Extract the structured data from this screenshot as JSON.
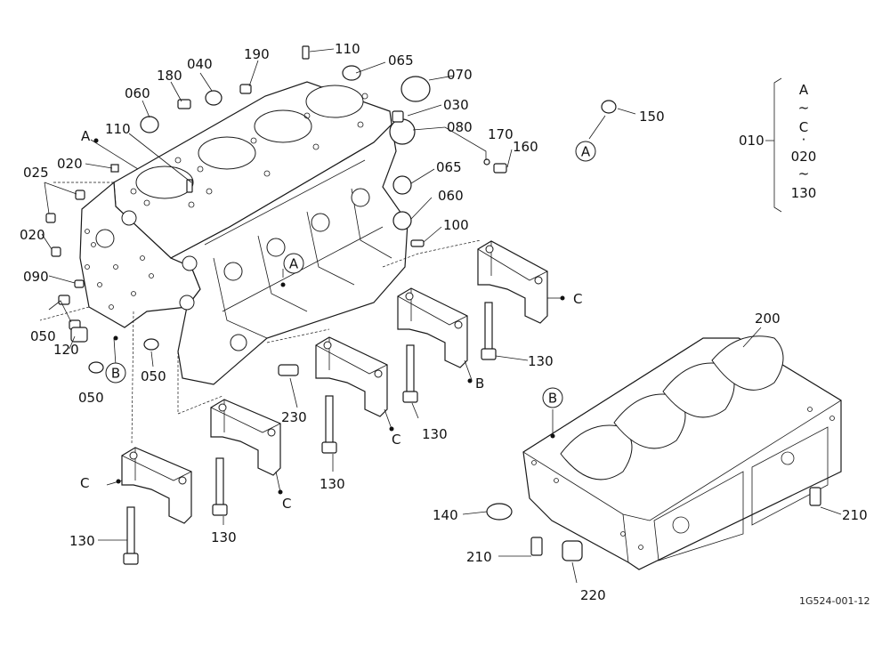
{
  "diagram": {
    "doc_id": "1G524-001-12",
    "range_group": {
      "ref": "010",
      "lines": [
        "A",
        "~",
        "C",
        "·",
        "020",
        "~",
        "130"
      ]
    },
    "callouts": {
      "p025": "025",
      "p020a": "020",
      "p020b": "020",
      "p090": "090",
      "p050a": "050",
      "p050b": "050",
      "p050c": "050",
      "p120": "120",
      "p110a": "110",
      "p110b": "110",
      "p060a": "060",
      "p060b": "060",
      "p180": "180",
      "p040": "040",
      "p190": "190",
      "p065a": "065",
      "p065b": "065",
      "p070": "070",
      "p030": "030",
      "p080": "080",
      "p170": "170",
      "p160": "160",
      "p150": "150",
      "p100": "100",
      "p230": "230",
      "p130a": "130",
      "p130b": "130",
      "p130c": "130",
      "p130d": "130",
      "p130e": "130",
      "p200": "200",
      "p140": "140",
      "p210a": "210",
      "p210b": "210",
      "p220": "220"
    },
    "refs": {
      "ref_a_block": "A",
      "ref_a_circle1": "A",
      "ref_a_circle2": "A",
      "ref_b_circle1": "B",
      "ref_b_circle2": "B",
      "ref_b_cap": "B",
      "ref_c_cap1": "C",
      "ref_c_cap2": "C",
      "ref_c_cap3": "C",
      "ref_c_cap4": "C"
    }
  }
}
